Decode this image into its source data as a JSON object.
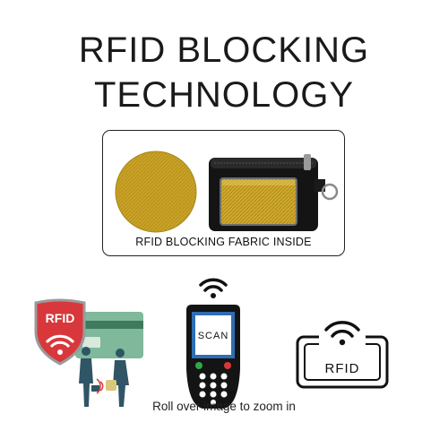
{
  "header": {
    "title_line1": "RFID BLOCKING",
    "title_line2": "TECHNOLOGY"
  },
  "fabric_panel": {
    "caption": "RFID BLOCKING FABRIC INSIDE"
  },
  "icons": {
    "shield_label": "RFID",
    "scanner_screen_text": "SCAN",
    "card_label": "RFID"
  },
  "footer": {
    "zoom_hint": "Roll over image to zoom in"
  },
  "colors": {
    "title": "#1a1a1a",
    "fabric_gold": "#c9a227",
    "shield_red": "#d8383b",
    "scanner_blue": "#2f6db4",
    "wallet_black": "#141414"
  }
}
